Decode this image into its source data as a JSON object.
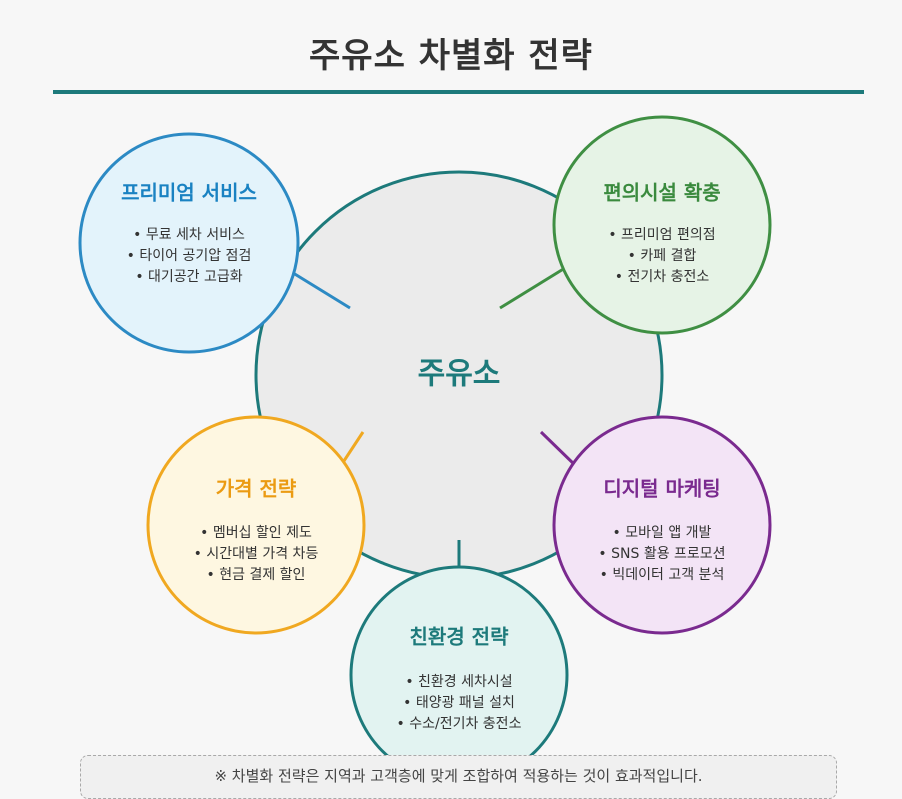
{
  "title": "주유소 차별화 전략",
  "center": {
    "label": "주유소",
    "fill": "#ebebeb",
    "stroke": "#1d7a7b",
    "text_color": "#1d7a7b"
  },
  "strategies": [
    {
      "key": "premium",
      "title": "프리미엄 서비스",
      "items": [
        "• 무료 세차 서비스",
        "• 타이어 공기압 점검",
        "• 대기공간 고급화"
      ],
      "stroke": "#2c8ac4",
      "fill": "#e3f3fb",
      "title_color": "#1a82c2"
    },
    {
      "key": "convenience",
      "title": "편의시설 확충",
      "items": [
        "• 프리미엄 편의점",
        "• 카페 결합",
        "• 전기차 충전소"
      ],
      "stroke": "#3f8f43",
      "fill": "#e6f3e6",
      "title_color": "#3a8a3e"
    },
    {
      "key": "price",
      "title": "가격 전략",
      "items": [
        "• 멤버십 할인 제도",
        "• 시간대별 가격 차등",
        "• 현금 결제 할인"
      ],
      "stroke": "#f0a820",
      "fill": "#fef7e1",
      "title_color": "#eb9b12"
    },
    {
      "key": "digital",
      "title": "디지털 마케팅",
      "items": [
        "• 모바일 앱 개발",
        "• SNS 활용 프로모션",
        "• 빅데이터 고객 분석"
      ],
      "stroke": "#7a2a8f",
      "fill": "#f3e4f6",
      "title_color": "#7a2a8f"
    },
    {
      "key": "eco",
      "title": "친환경 전략",
      "items": [
        "• 친환경 세차시설",
        "• 태양광 패널 설치",
        "• 수소/전기차 충전소"
      ],
      "stroke": "#1d7a7b",
      "fill": "#e2f3f1",
      "title_color": "#1d7a7b"
    }
  ],
  "note": "※ 차별화 전략은 지역과 고객층에 맞게 조합하여 적용하는 것이 효과적입니다."
}
